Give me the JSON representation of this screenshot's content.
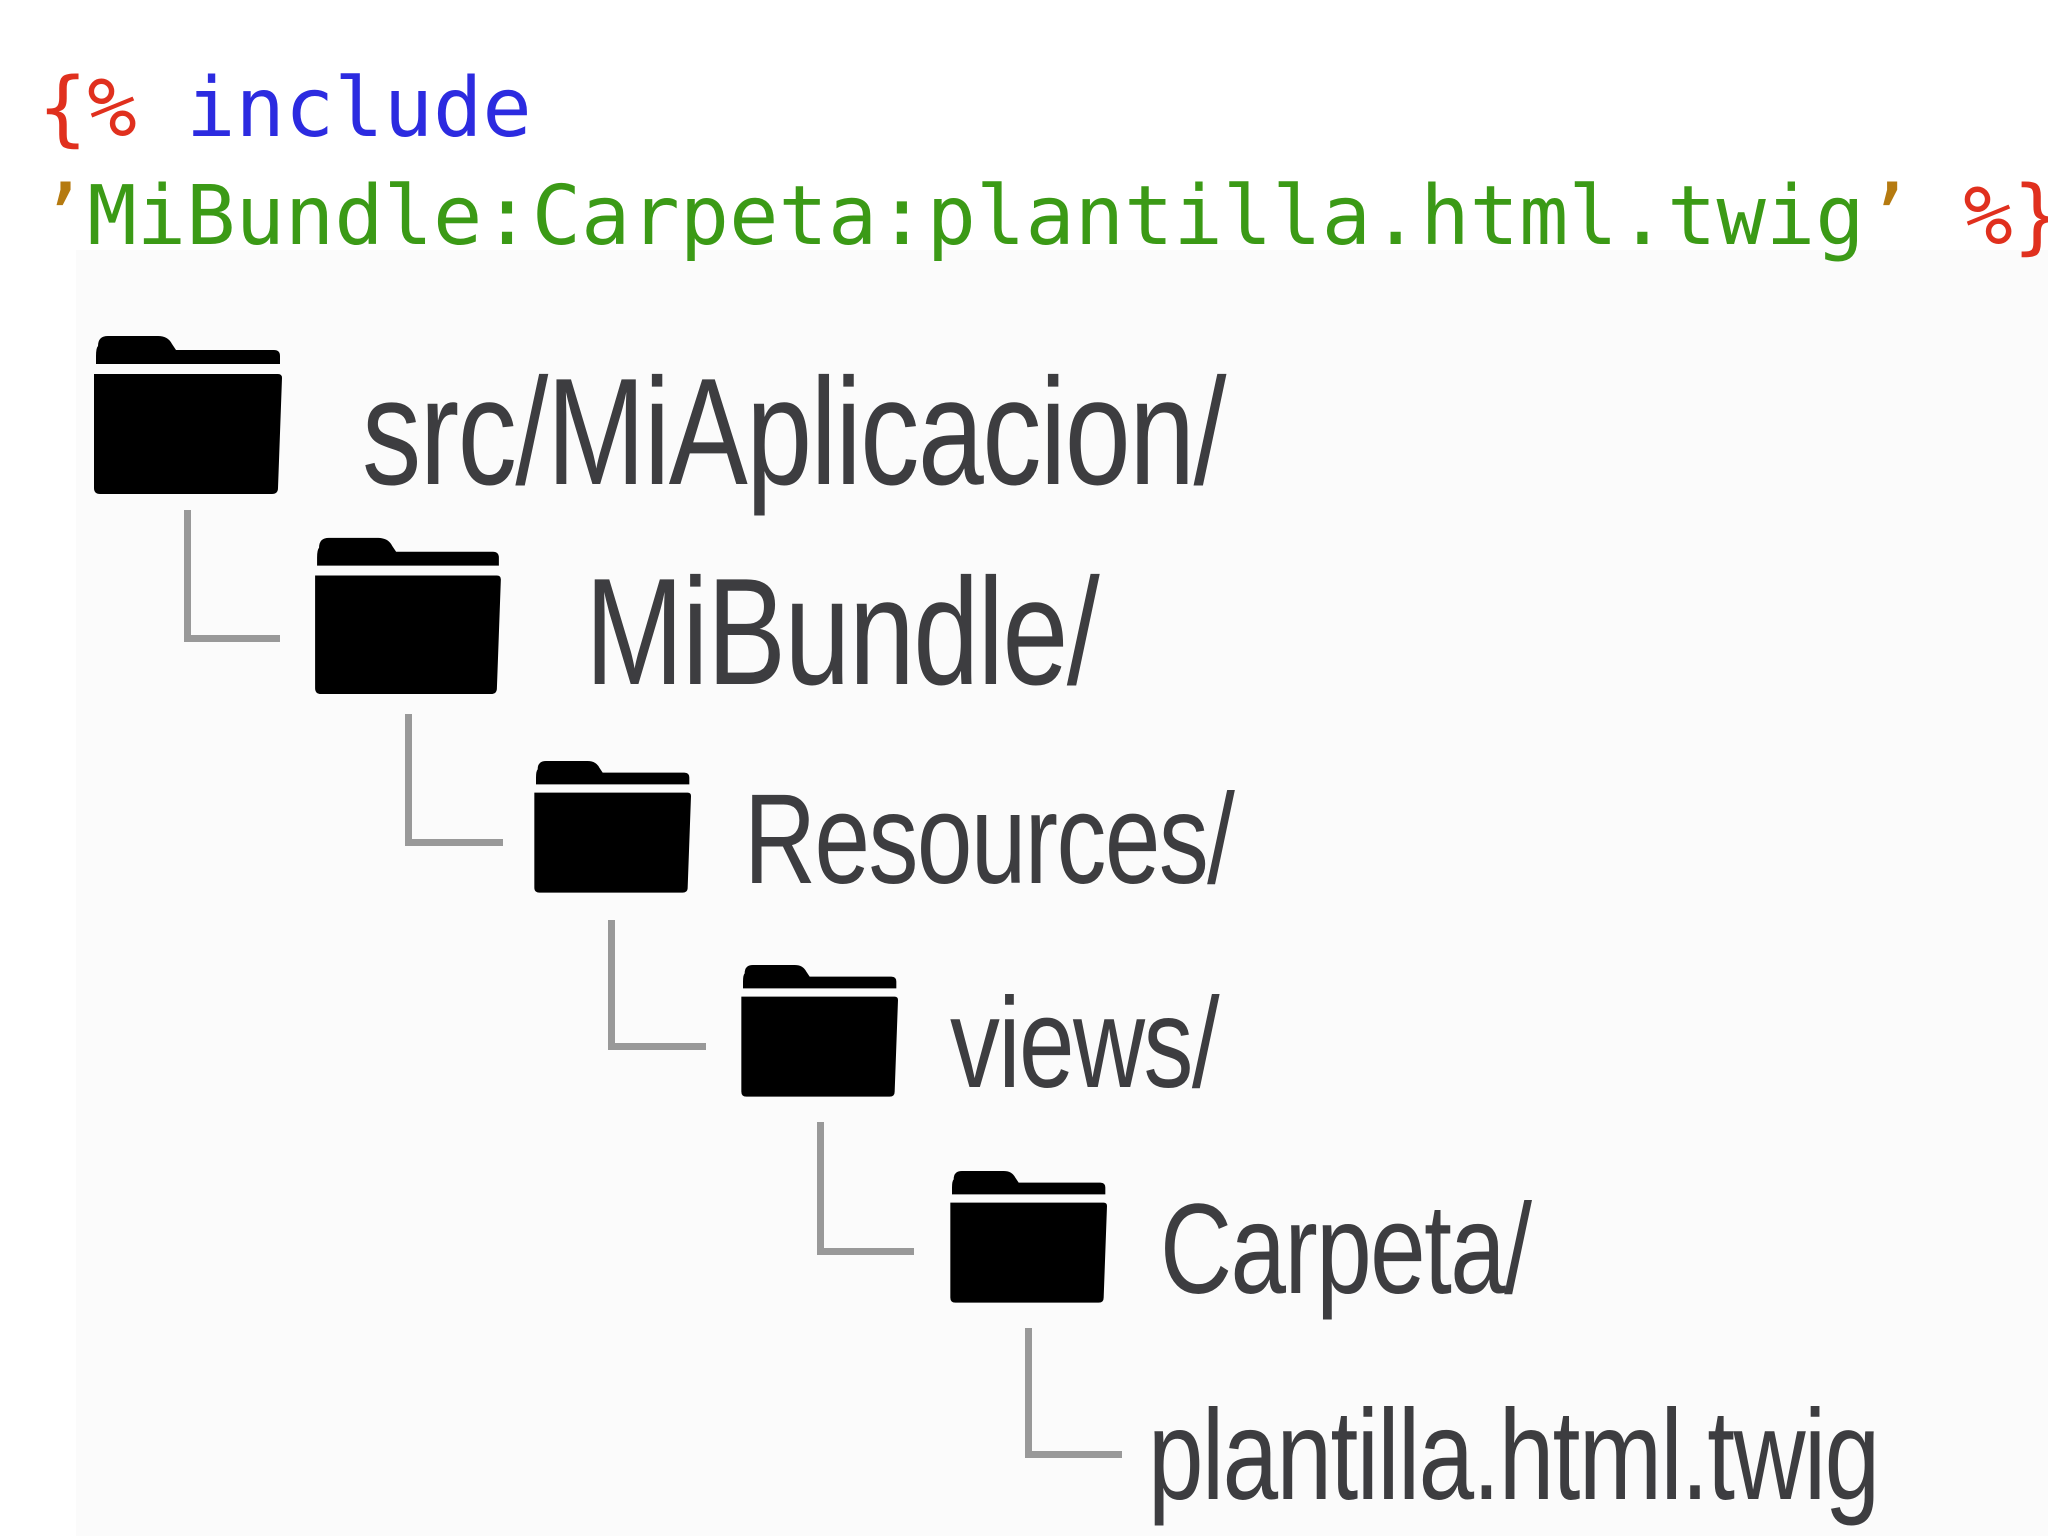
{
  "code": {
    "line1": {
      "open_delim": "{%",
      "keyword": "include"
    },
    "line2": {
      "open_quote": "’",
      "path": "MiBundle:Carpeta:plantilla.html.twig",
      "close_quote": "’",
      "close_delim": "%}"
    }
  },
  "tree": {
    "nodes": [
      {
        "label": "src/MiAplicacion/",
        "icon": "folder-icon"
      },
      {
        "label": "MiBundle/",
        "icon": "folder-icon"
      },
      {
        "label": "Resources/",
        "icon": "folder-icon"
      },
      {
        "label": "views/",
        "icon": "folder-icon"
      },
      {
        "label": "Carpeta/",
        "icon": "folder-icon"
      },
      {
        "label": "plantilla.html.twig",
        "icon": ""
      }
    ]
  },
  "colors": {
    "delimiter": "#e0301e",
    "keyword": "#2c2be0",
    "string": "#3b9a16",
    "quote": "#b57a10",
    "label": "#3d3d40",
    "connector": "#999999",
    "folder": "#000000"
  }
}
